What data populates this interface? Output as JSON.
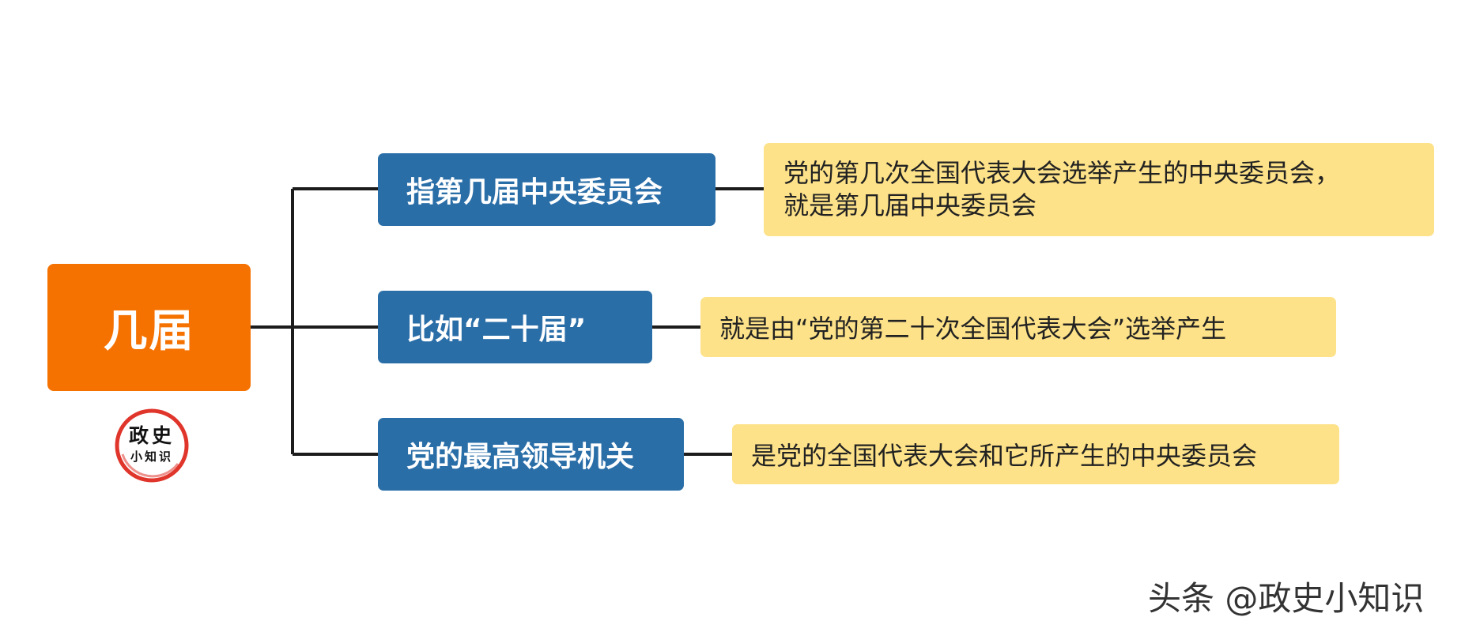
{
  "root": {
    "label": "几届"
  },
  "seal": {
    "line1": "政史",
    "line2": "小知识"
  },
  "branches": [
    {
      "label": "指第几届中央委员会",
      "detail_lines": [
        "党的第几次全国代表大会选举产生的中央委员会，",
        "就是第几届中央委员会"
      ]
    },
    {
      "label": "比如“二十届”",
      "detail": "就是由“党的第二十次全国代表大会”选举产生"
    },
    {
      "label": "党的最高领导机关",
      "detail": "是党的全国代表大会和它所产生的中央委员会"
    }
  ],
  "watermark": "头条 @政史小知识",
  "colors": {
    "root_fill": "#f57200",
    "branch_fill": "#2a6ea8",
    "leaf_fill": "#fde289",
    "connector": "#1c1c1c",
    "seal_ring": "#e0352b"
  }
}
